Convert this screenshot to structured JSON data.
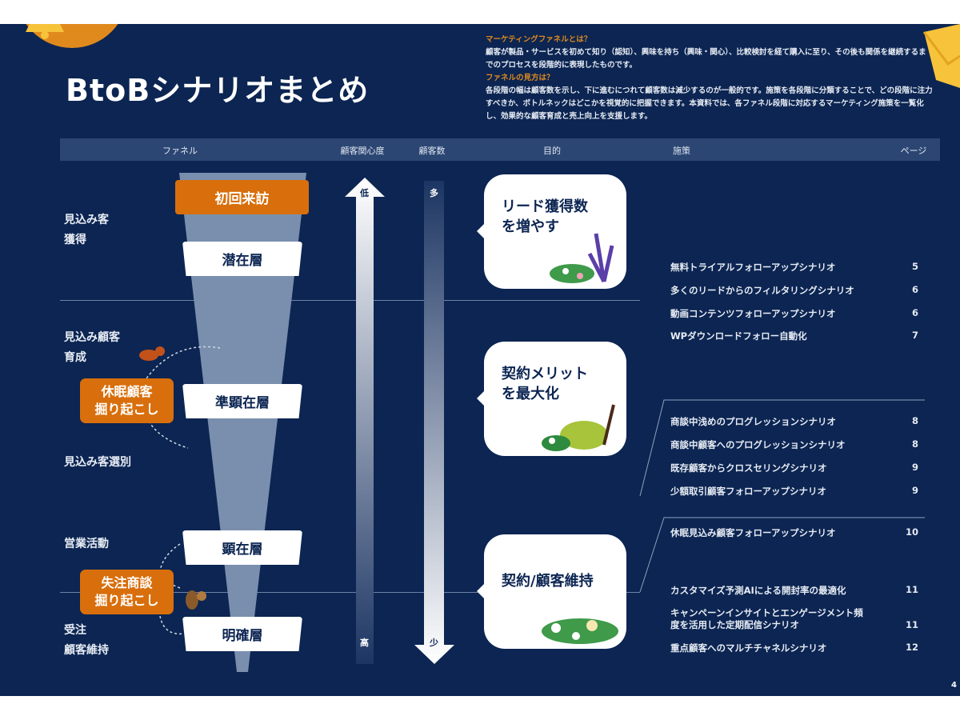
{
  "title": "BtoBシナリオまとめ",
  "intro": {
    "h1": "マーケティングファネルとは？",
    "p1": "顧客が製品・サービスを初めて知り（認知）、興味を持ち（興味・関心）、比較検討を経て購入に至り、その後も関係を継続するまでのプロセスを段階的に表現したものです。",
    "h2": "ファネルの見方は？",
    "p2": "各段階の幅は顧客数を示し、下に進むにつれて顧客数は減少するのが一般的です。施策を各段階に分類することで、どの段階に注力すべきか、ボトルネックはどこかを視覚的に把握できます。本資料では、各ファネル段階に対応するマーケティング施策を一覧化し、効果的な顧客育成と売上向上を支援します。"
  },
  "header": {
    "funnel": "ファネル",
    "interest": "顧客関心度",
    "count": "顧客数",
    "purpose": "目的",
    "measures": "施策",
    "page": "ページ"
  },
  "stages": {
    "s1a": "見込み客",
    "s1b": "獲得",
    "s2a": "見込み顧客",
    "s2b": "育成",
    "s3": "見込み客選別",
    "s4": "営業活動",
    "s5a": "受注",
    "s5b": "顧客維持"
  },
  "tiers": {
    "first": "初回来訪",
    "t1": "潜在層",
    "t2": "準顕在層",
    "t3": "顕在層",
    "t4": "明確層"
  },
  "callouts": {
    "c1a": "休眠顧客",
    "c1b": "掘り起こし",
    "c2a": "失注商談",
    "c2b": "掘り起こし"
  },
  "interest": {
    "top": "低",
    "bottom": "高"
  },
  "count": {
    "top": "多",
    "bottom": "少"
  },
  "purposes": [
    {
      "l1": "リード獲得数",
      "l2": "を増やす"
    },
    {
      "l1": "契約メリット",
      "l2": "を最大化"
    },
    {
      "l1": "契約/顧客維持",
      "l2": ""
    }
  ],
  "measures": [
    {
      "label": "無料トライアルフォローアップシナリオ",
      "page": "5"
    },
    {
      "label": "多くのリードからのフィルタリングシナリオ",
      "page": "6"
    },
    {
      "label": "動画コンテンツフォローアップシナリオ",
      "page": "6"
    },
    {
      "label": "WPダウンロードフォロー自動化",
      "page": "7"
    },
    {
      "label": "商談中浅めのプログレッションシナリオ",
      "page": "8"
    },
    {
      "label": "商談中顧客へのプログレッションシナリオ",
      "page": "8"
    },
    {
      "label": "既存顧客からクロスセリングシナリオ",
      "page": "9"
    },
    {
      "label": "少額取引顧客フォローアップシナリオ",
      "page": "9"
    },
    {
      "label": "休眠見込み顧客フォローアップシナリオ",
      "page": "10"
    },
    {
      "label": "カスタマイズ予測AIによる開封率の最適化",
      "page": "11"
    },
    {
      "label": "キャンペーンインサイトとエンゲージメント頻度を活用した定期配信シナリオ",
      "page": "11"
    },
    {
      "label": "重点顧客へのマルチチャネルシナリオ",
      "page": "12"
    }
  ],
  "page_number": "4",
  "colors": {
    "navy": "#0c2552",
    "orange": "#d86f0c"
  }
}
